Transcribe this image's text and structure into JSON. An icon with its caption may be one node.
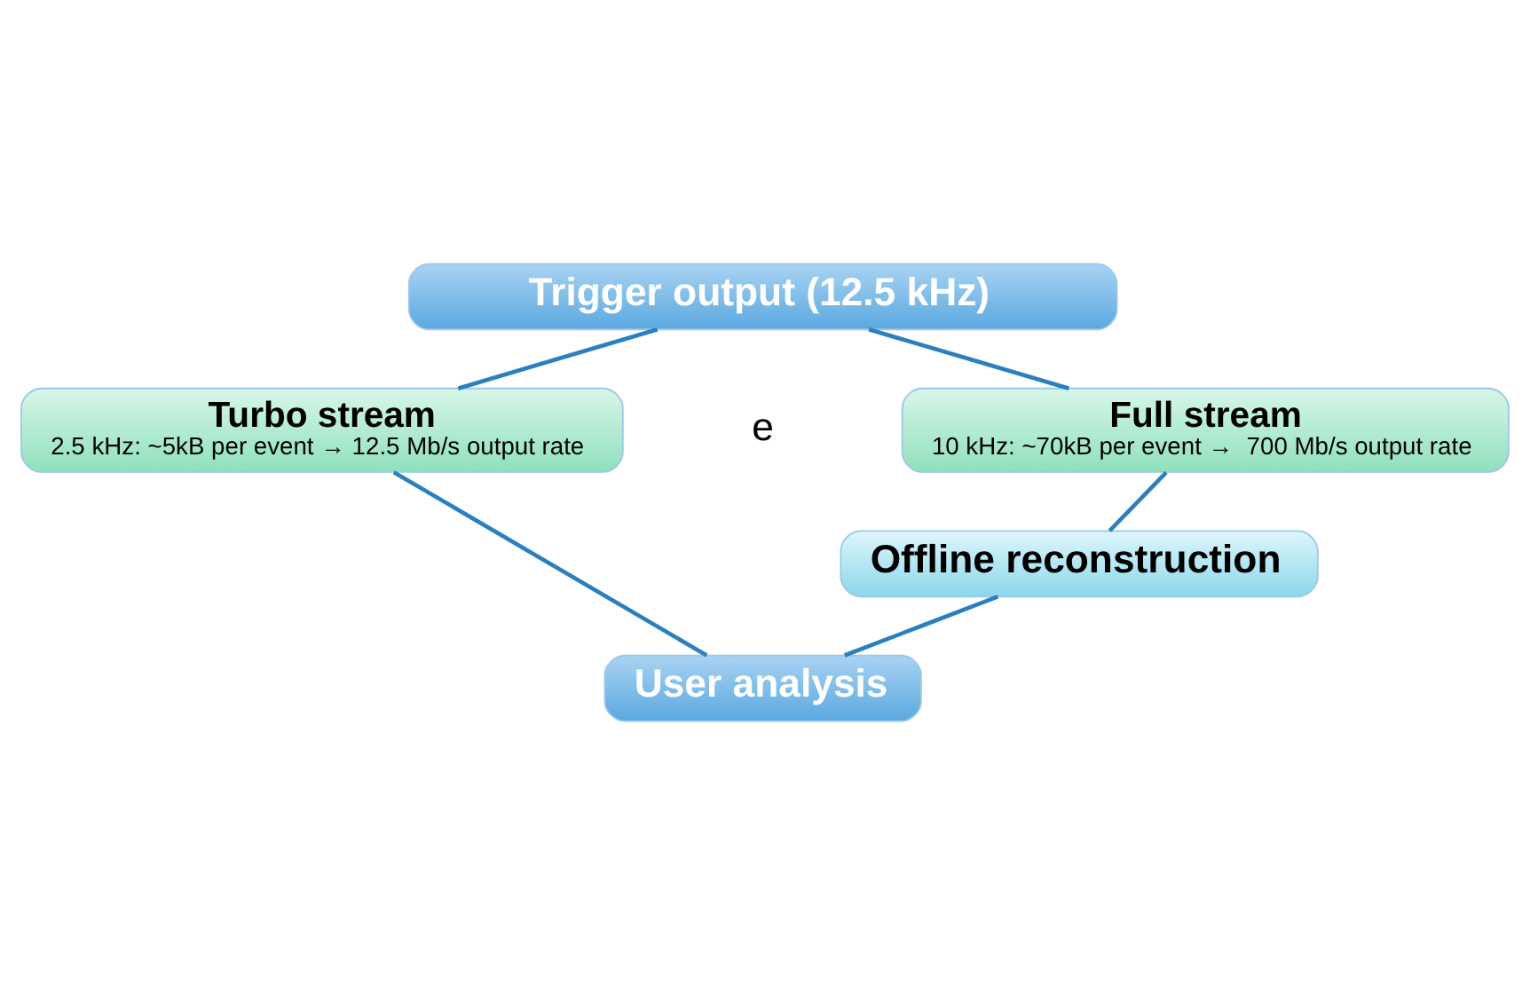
{
  "diagram": {
    "nodes": [
      {
        "text": [
          "Trigger output (12.5 kHz)"
        ]
      },
      {
        "text": [
          "Turbo stream",
          "2.5 kHz: ~5kB per event → 12.5 Mb/s output rate"
        ]
      },
      {
        "text": [
          "Full stream",
          "10 kHz: ~70kB per event →  700 Mb/s output rate"
        ]
      },
      {
        "text": [
          "Offline reconstruction"
        ]
      },
      {
        "text": [
          "User analysis"
        ]
      }
    ],
    "edges": [
      {
        "from": 0,
        "to": 1,
        "arrow": "none"
      },
      {
        "from": 0,
        "to": 2,
        "arrow": "none"
      },
      {
        "from": 2,
        "to": 3,
        "arrow": "none"
      },
      {
        "from": 1,
        "to": 4,
        "arrow": "none"
      },
      {
        "from": 3,
        "to": 4,
        "arrow": "none"
      }
    ],
    "labels": [
      "e"
    ]
  }
}
